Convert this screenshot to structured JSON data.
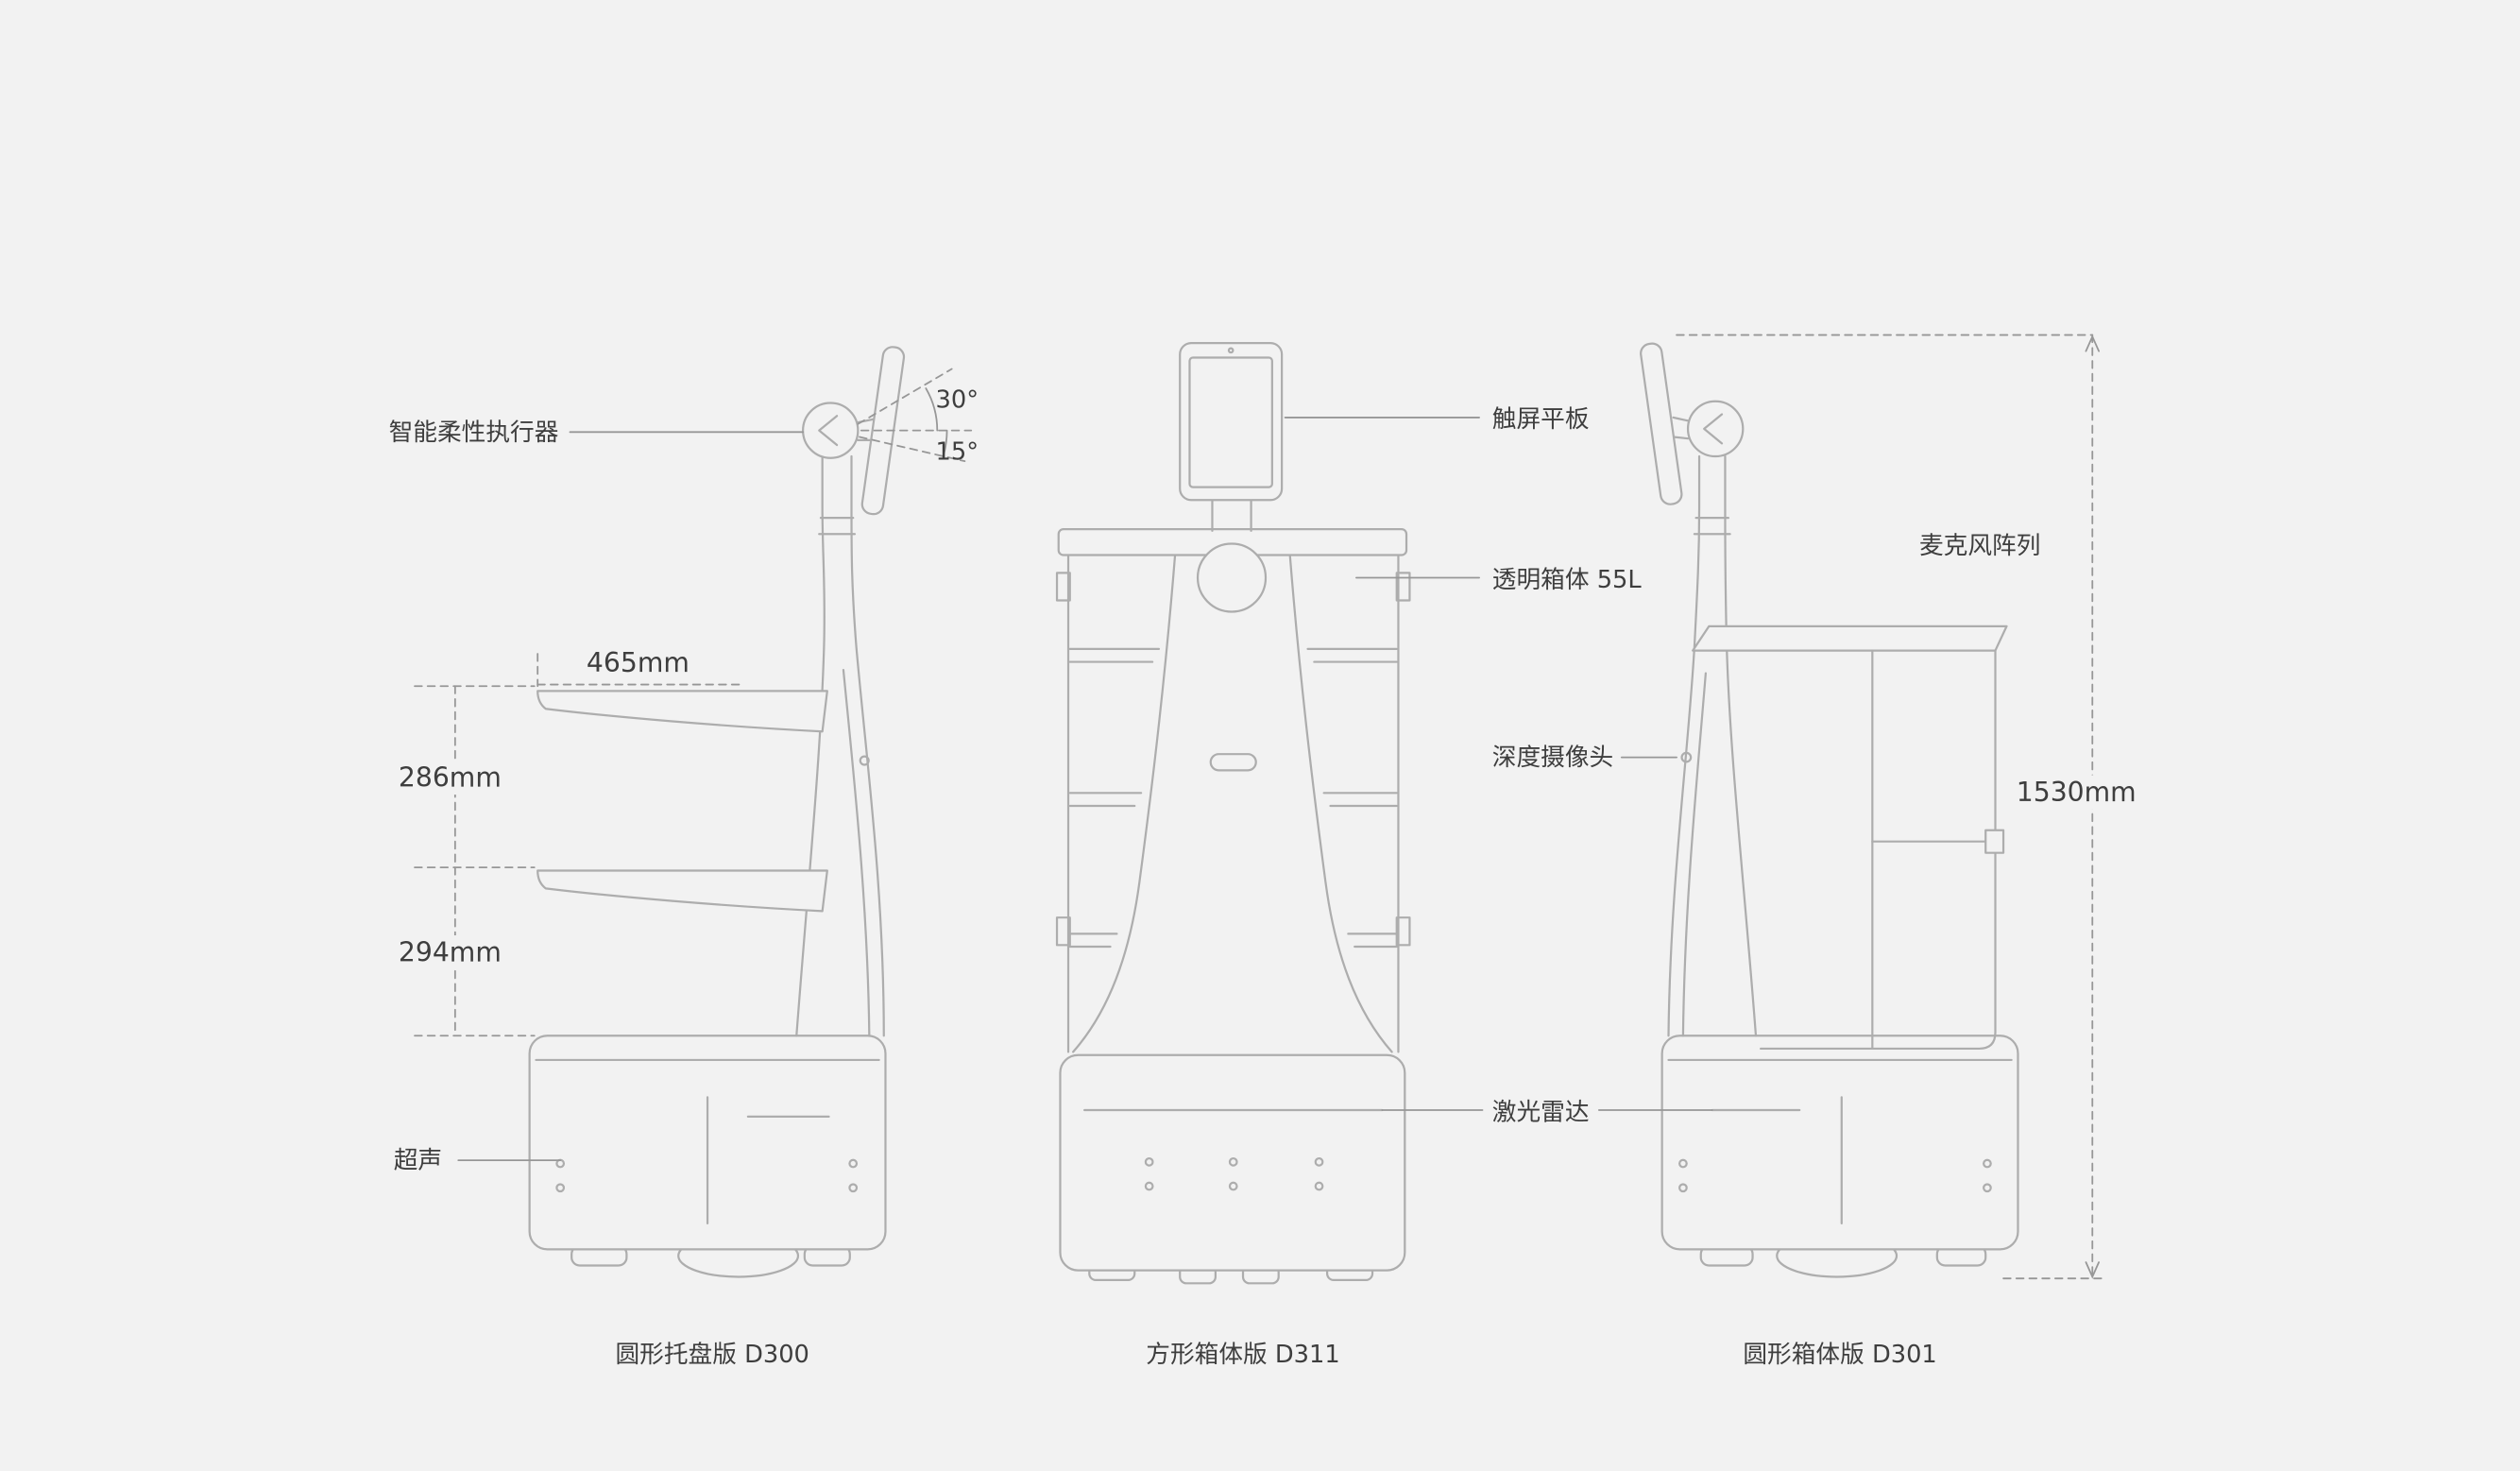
{
  "page": {
    "background": "#f2f2f2",
    "art_line_color": "#adadad",
    "annotation_line_color": "#979797",
    "text_color": "#3e3e3e"
  },
  "annotations": {
    "actuator": "智能柔性执行器",
    "angle_upper": "30°",
    "angle_lower": "15°",
    "tray_width": "465mm",
    "shelf_gap_upper": "286mm",
    "shelf_gap_lower": "294mm",
    "ultrasonic": "超声",
    "touchscreen": "触屏平板",
    "transparent_box": "透明箱体 55L",
    "depth_camera": "深度摄像头",
    "lidar": "激光雷达",
    "mic_array": "麦克风阵列",
    "overall_height": "1530mm"
  },
  "captions": {
    "d300": "圆形托盘版 D300",
    "d311": "方形箱体版 D311",
    "d301": "圆形箱体版 D301"
  }
}
